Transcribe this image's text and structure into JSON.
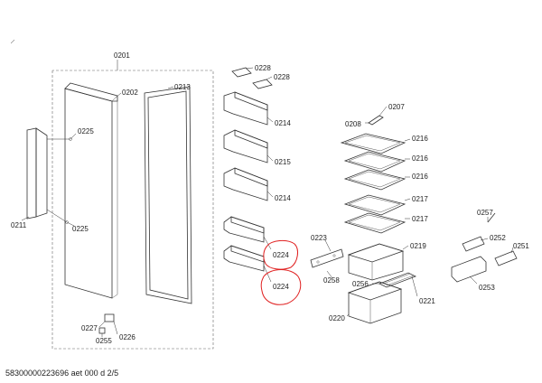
{
  "diagram": {
    "footer": "58300000223696 aet 000 d 2/5",
    "labels": {
      "p0201": "0201",
      "p0202": "0202",
      "p0213": "0213",
      "p0225a": "0225",
      "p0225b": "0225",
      "p0211": "0211",
      "p0227": "0227",
      "p0255": "0255",
      "p0226": "0226",
      "p0228a": "0228",
      "p0228b": "0228",
      "p0214a": "0214",
      "p0215": "0215",
      "p0214b": "0214",
      "p0224a": "0224",
      "p0224b": "0224",
      "p0207": "0207",
      "p0208": "0208",
      "p0216a": "0216",
      "p0216b": "0216",
      "p0216c": "0216",
      "p0217a": "0217",
      "p0217b": "0217",
      "p0223": "0223",
      "p0219": "0219",
      "p0258": "0258",
      "p0256": "0256",
      "p0221": "0221",
      "p0220": "0220",
      "p0257": "0257",
      "p0252": "0252",
      "p0251": "0251",
      "p0253": "0253"
    },
    "highlight_color": "#e02020"
  }
}
